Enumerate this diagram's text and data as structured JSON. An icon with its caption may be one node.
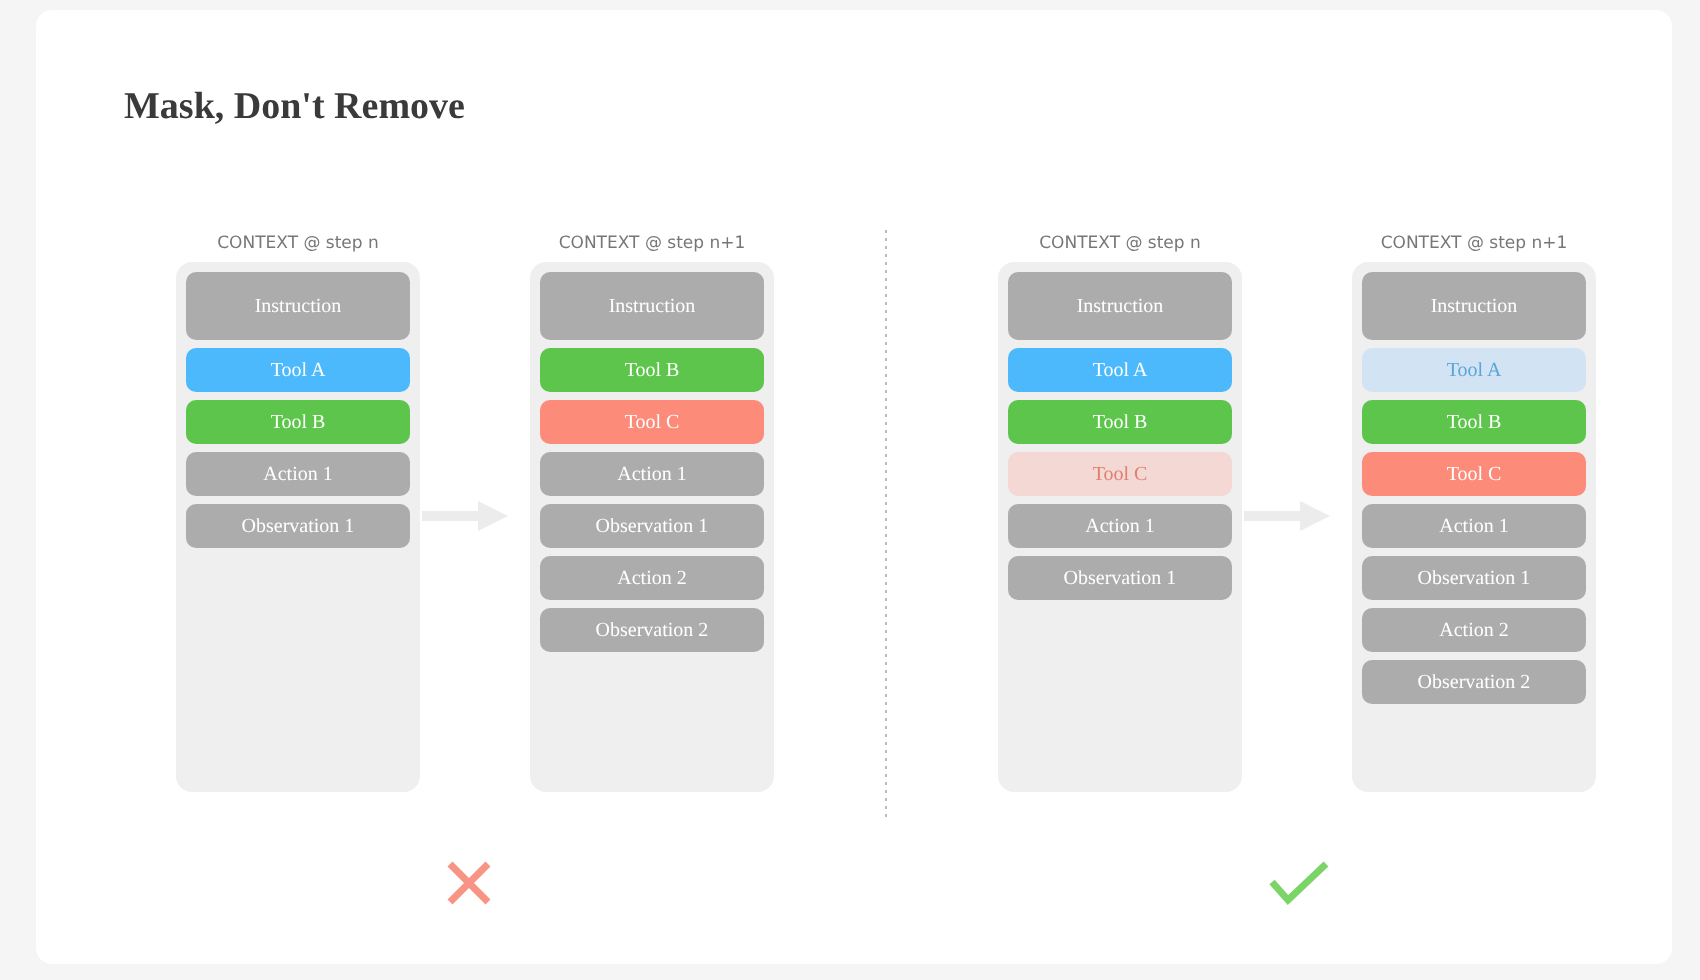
{
  "diagram": {
    "title": "Mask, Don't Remove",
    "nodes": [
      {
        "text": [
          "CONTEXT @ step n"
        ]
      },
      {
        "text": [
          "Instruction"
        ],
        "in": 0
      },
      {
        "text": [
          "Tool A"
        ],
        "in": 0
      },
      {
        "text": [
          "Tool B"
        ],
        "in": 0
      },
      {
        "text": [
          "Action 1"
        ],
        "in": 0
      },
      {
        "text": [
          "Observation 1"
        ],
        "in": 0
      },
      {
        "text": [
          "CONTEXT @ step n+1"
        ]
      },
      {
        "text": [
          "Instruction"
        ],
        "in": 6
      },
      {
        "text": [
          "Tool B"
        ],
        "in": 6
      },
      {
        "text": [
          "Tool C"
        ],
        "in": 6
      },
      {
        "text": [
          "Action 1"
        ],
        "in": 6
      },
      {
        "text": [
          "Observation 1"
        ],
        "in": 6
      },
      {
        "text": [
          "Action 2"
        ],
        "in": 6
      },
      {
        "text": [
          "Observation 2"
        ],
        "in": 6
      },
      {
        "text": [
          "CONTEXT @ step n"
        ]
      },
      {
        "text": [
          "Instruction"
        ],
        "in": 14
      },
      {
        "text": [
          "Tool A"
        ],
        "in": 14
      },
      {
        "text": [
          "Tool B"
        ],
        "in": 14
      },
      {
        "text": [
          "Tool C"
        ],
        "in": 14
      },
      {
        "text": [
          "Action 1"
        ],
        "in": 14
      },
      {
        "text": [
          "Observation 1"
        ],
        "in": 14
      },
      {
        "text": [
          "CONTEXT @ step n+1"
        ]
      },
      {
        "text": [
          "Instruction"
        ],
        "in": 21
      },
      {
        "text": [
          "Tool A"
        ],
        "in": 21
      },
      {
        "text": [
          "Tool B"
        ],
        "in": 21
      },
      {
        "text": [
          "Tool C"
        ],
        "in": 21
      },
      {
        "text": [
          "Action 1"
        ],
        "in": 21
      },
      {
        "text": [
          "Observation 1"
        ],
        "in": 21
      },
      {
        "text": [
          "Action 2"
        ],
        "in": 21
      },
      {
        "text": [
          "Observation 2"
        ],
        "in": 21
      }
    ],
    "edges": [
      {
        "from": 0,
        "to": 6,
        "arrow": "to"
      },
      {
        "from": 14,
        "to": 21,
        "arrow": "to"
      }
    ]
  }
}
